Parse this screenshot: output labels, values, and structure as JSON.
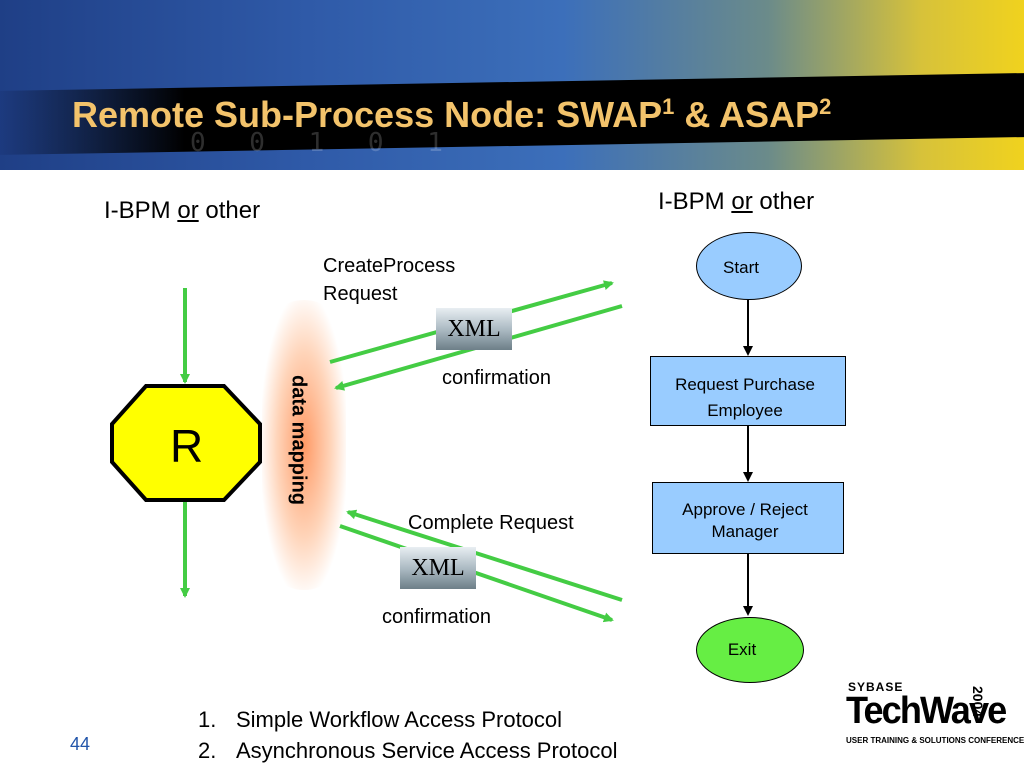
{
  "title": {
    "text": "Remote Sub-Process Node: SWAP",
    "sup1": "1",
    "amp": " & ASAP",
    "sup2": "2"
  },
  "left_label": {
    "pre": "I-BPM ",
    "or": "or",
    "post": " other"
  },
  "right_label": {
    "pre": "I-BPM ",
    "or": "or",
    "post": " other"
  },
  "r_node": "R",
  "data_mapping": "data mapping",
  "top_exchange": {
    "request_line1": "CreateProcess",
    "request_line2": "Request",
    "xml": "XML",
    "confirmation": "confirmation"
  },
  "bottom_exchange": {
    "request": "Complete Request",
    "xml": "XML",
    "confirmation": "confirmation"
  },
  "flow": {
    "start": "Start",
    "step1_line1": "Request Purchase",
    "step1_line2": "Employee",
    "step2_line1": "Approve / Reject",
    "step2_line2": "Manager",
    "exit": "Exit"
  },
  "footnotes": [
    "Simple Workflow Access Protocol",
    "Asynchronous Service Access Protocol"
  ],
  "page_number": "44",
  "logo": {
    "brand": "SYBASE",
    "name": "TechWave",
    "year": "2004",
    "tag": "USER TRAINING & SOLUTIONS CONFERENCE"
  },
  "colors": {
    "arrow_green": "#44cc44",
    "title": "#f3c36b",
    "r_fill": "#ffff00",
    "task_fill": "#99ccff",
    "start_fill": "#99ccff",
    "exit_fill": "#66ee44"
  }
}
